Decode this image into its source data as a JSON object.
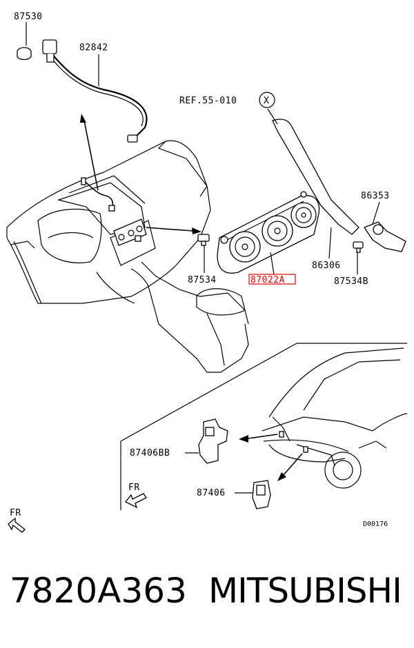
{
  "labels": {
    "p87530": "87530",
    "p82842": "82842",
    "ref": "REF.55-010",
    "ref_circle": "X",
    "p86353": "86353",
    "p87534": "87534",
    "p87022A": "87022A",
    "p86306": "86306",
    "p87534B": "87534B",
    "p87406BB": "87406BB",
    "p87406": "87406",
    "fr_inset": "FR",
    "fr_main": "FR",
    "diagram_code": "D00176"
  },
  "footer": {
    "part_number": "7820A363",
    "brand": "MITSUBISHI"
  },
  "colors": {
    "highlight": "#e00000",
    "line": "#000000",
    "background": "#ffffff"
  }
}
